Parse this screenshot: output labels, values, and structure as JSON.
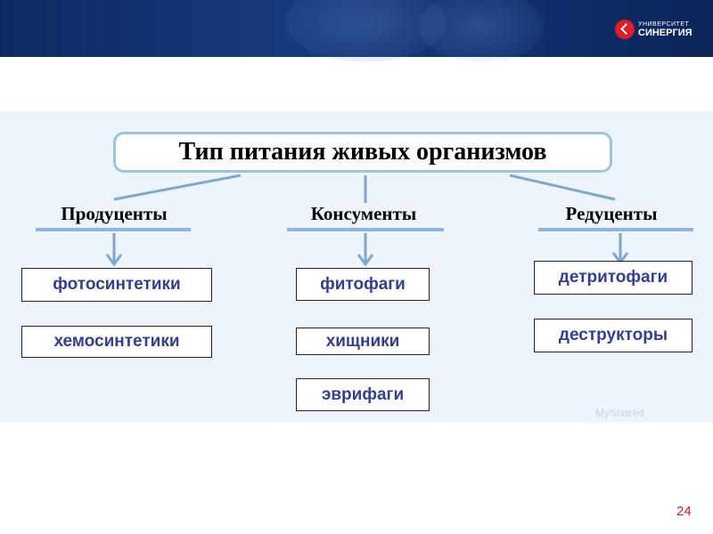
{
  "header": {
    "logo_line1": "УНИВЕРСИТЕТ",
    "logo_line2": "СИНЕРГИЯ",
    "accent_color": "#e01e2b",
    "background_color": "#10306e"
  },
  "diagram": {
    "title": "Тип питания живых организмов",
    "categories": [
      {
        "label": "Продуценты",
        "items": [
          "фотосинтетики",
          "хемосинтетики"
        ]
      },
      {
        "label": "Консументы",
        "items": [
          "фитофаги",
          "хищники",
          "эврифаги"
        ]
      },
      {
        "label": "Редуценты",
        "items": [
          "детритофаги",
          "деструкторы"
        ]
      }
    ],
    "box_text_color": "#34408f",
    "connector_color": "#7ea8d0"
  },
  "slide": {
    "page_number": "24",
    "watermark": "MyShared"
  }
}
